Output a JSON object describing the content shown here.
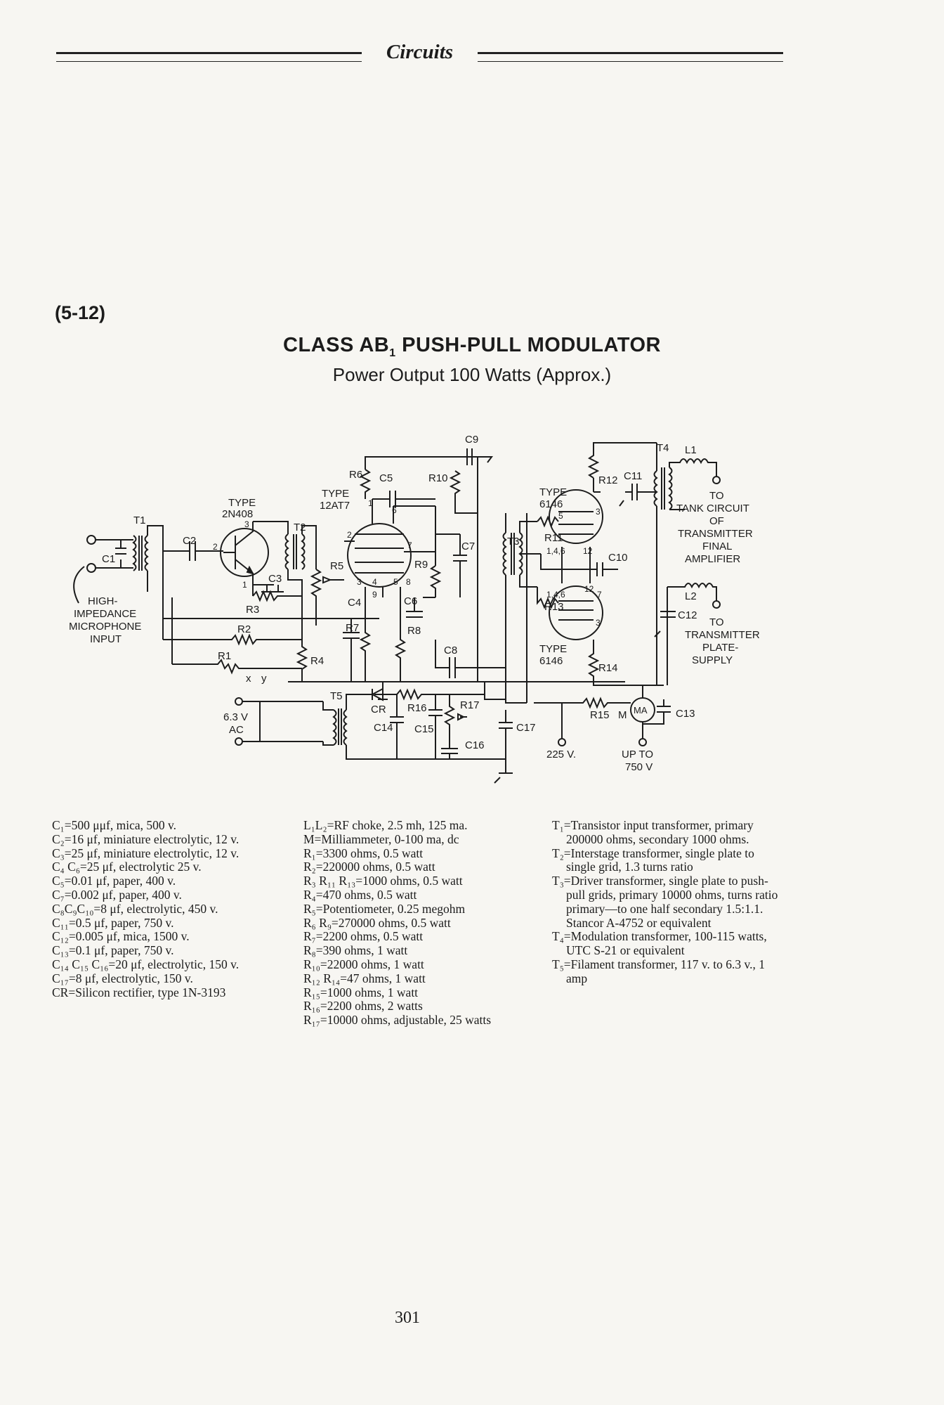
{
  "header": {
    "title": "Circuits"
  },
  "figure": {
    "number": "(5-12)",
    "title": "CLASS AB",
    "title_sub": "1",
    "title_rest": " PUSH-PULL MODULATOR",
    "subtitle": "Power Output 100 Watts (Approx.)"
  },
  "schematic": {
    "labels": {
      "c9": "C9",
      "r6": "R6",
      "c5": "C5",
      "r10": "R10",
      "type1": "TYPE",
      "type1_val": "12AT7",
      "type2": "TYPE",
      "type2_val": "2N408",
      "t1": "T1",
      "c1": "C1",
      "c2": "C2",
      "t2": "T2",
      "r5": "R5",
      "c3": "C3",
      "r3": "R3",
      "c4": "C4",
      "r7": "R7",
      "r8": "R8",
      "c6": "C6",
      "r9": "R9",
      "c7": "C7",
      "c8": "C8",
      "r2": "R2",
      "r1": "R1",
      "r4": "R4",
      "mic1": "HIGH-",
      "mic2": "IMPEDANCE",
      "mic3": "MICROPHONE",
      "mic4": "INPUT",
      "t3": "T3",
      "type3": "TYPE",
      "type3_val": "6146",
      "type4": "TYPE",
      "type4_val": "6146",
      "r11": "R11",
      "r12": "R12",
      "r13": "R13",
      "r14": "R14",
      "c10": "C10",
      "c11": "C11",
      "t4": "T4",
      "l1": "L1",
      "l2": "L2",
      "c12": "C12",
      "tank1": "TO",
      "tank2": "TANK CIRCUIT",
      "tank3": "OF",
      "tank4": "TRANSMITTER",
      "tank5": "FINAL",
      "tank6": "AMPLIFIER",
      "plate1": "TO",
      "plate2": "TRANSMITTER",
      "plate3": "PLATE-",
      "plate4": "SUPPLY",
      "ac1": "6.3 V",
      "ac2": "AC",
      "x": "x",
      "y": "y",
      "t5": "T5",
      "cr": "CR",
      "r16": "R16",
      "r17": "R17",
      "c14": "C14",
      "c15": "C15",
      "c16": "C16",
      "c17": "C17",
      "v225": "225 V.",
      "r15": "R15",
      "m": "M",
      "ma": "MA",
      "c13": "C13",
      "up1": "UP TO",
      "up2": "750 V",
      "pin1": "1",
      "pin2": "2",
      "pin3": "3",
      "pin4": "4",
      "pin5": "5",
      "pin6": "6",
      "pin7": "7",
      "pin8": "8",
      "pin9": "9",
      "pin146": "1,4,6",
      "pin12": "12"
    }
  },
  "parts": {
    "col1": [
      "C₁=500 μμf, mica, 500 v.",
      "C₂=16 μf, miniature electrolytic, 12 v.",
      "C₃=25 μf, miniature electrolytic, 12 v.",
      "C₄ C₆=25 μf, electrolytic 25 v.",
      "C₅=0.01 μf, paper, 400 v.",
      "C₇=0.002 μf, paper, 400 v.",
      "C₈C₉C₁₀=8 μf, electrolytic, 450 v.",
      "C₁₁=0.5 μf, paper, 750 v.",
      "C₁₂=0.005 μf, mica, 1500 v.",
      "C₁₃=0.1 μf, paper, 750 v.",
      "C₁₄ C₁₅ C₁₆=20 μf, electrolytic, 150 v.",
      "C₁₇=8 μf, electrolytic, 150 v.",
      "CR=Silicon rectifier, type 1N-3193"
    ],
    "col2": [
      "L₁L₂=RF choke, 2.5 mh, 125 ma.",
      "M=Milliammeter, 0-100 ma, dc",
      "R₁=3300 ohms, 0.5 watt",
      "R₂=220000 ohms, 0.5 watt",
      "R₃ R₁₁ R₁₃=1000 ohms, 0.5 watt",
      "R₄=470 ohms, 0.5 watt",
      "R₅=Potentiometer, 0.25 megohm",
      "R₆ R₉=270000 ohms, 0.5 watt",
      "R₇=2200 ohms, 0.5 watt",
      "R₈=390 ohms, 1 watt",
      "R₁₀=22000 ohms, 1 watt",
      "R₁₂ R₁₄=47 ohms, 1 watt",
      "R₁₅=1000 ohms, 1 watt",
      "R₁₆=2200 ohms, 2 watts",
      "R₁₇=10000 ohms, adjustable, 25 watts"
    ],
    "col3": [
      "T₁=Transistor input transformer, primary 200000 ohms, secondary 1000 ohms.",
      "T₂=Interstage transformer, single plate to single grid, 1.3 turns ratio",
      "T₃=Driver transformer, single plate to push-pull grids, primary 10000 ohms, turns ratio primary—to one half secondary 1.5:1.1. Stancor A-4752 or equivalent",
      "T₄=Modulation transformer, 100-115 watts, UTC S-21 or equivalent",
      "T₅=Filament transformer, 117 v. to 6.3 v., 1 amp"
    ]
  },
  "page_number": "301"
}
